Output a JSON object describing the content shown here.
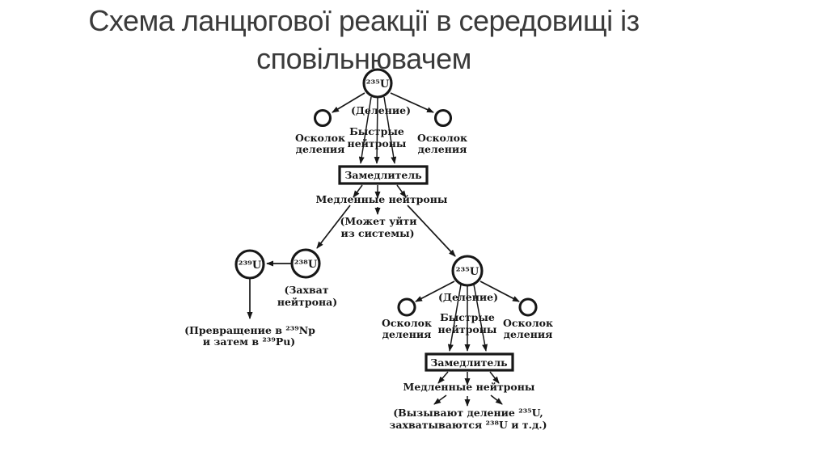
{
  "title": "Схема ланцюгової реакції в середовищі із сповільнювачем",
  "colors": {
    "ink": "#171717",
    "title_text": "#3b3b3b",
    "background": "#ffffff"
  },
  "diagram": {
    "nuclei": {
      "u235": "²³⁵U",
      "u238": "²³⁸U",
      "u239": "²³⁹U"
    },
    "labels": {
      "fission": "(Деление)",
      "fragment_line1": "Осколок",
      "fragment_line2": "деления",
      "fast_line1": "Быстрые",
      "fast_line2": "нейтроны",
      "moderator": "Замедлитель",
      "slow_neutrons": "Медленные нейтроны",
      "escape_line1": "(Может уйти",
      "escape_line2": "из системы)",
      "capture_line1": "(Захват",
      "capture_line2": "нейтрона)",
      "transform_line1": "(Превращение в ²³⁹Np",
      "transform_line2": "и затем в ²³⁹Pu)",
      "result_line1": "(Вызывают деление ²³⁵U,",
      "result_line2": "захватываются ²³⁸U и т.д.)"
    }
  }
}
